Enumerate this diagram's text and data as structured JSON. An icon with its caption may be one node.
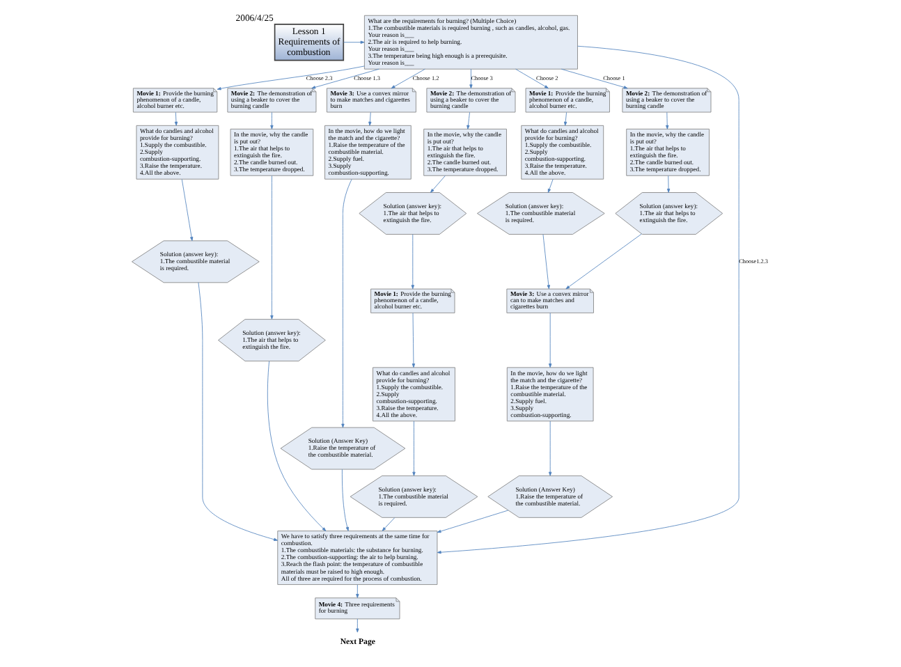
{
  "diagram": {
    "nodes": [
      {
        "text": [
          "Lesson 1",
          "Requirements of combustion"
        ],
        "beside": [
          "2006/4/25"
        ]
      },
      {
        "text": [
          "What are the requirements for burning? (Multiple Choice)",
          "1.The combustible materials is required burning , such as candles, alcohol, gas.",
          "Your reason is___",
          "2.The air is required to help burning.",
          "Your reason is___",
          "3.The temperature being high enough is a prerequisite.",
          "Your reason is___"
        ]
      },
      {
        "text": [
          "**Movie 1:** Provide the burning phenomenon of a candle, alcohol burner etc."
        ]
      },
      {
        "text": [
          "What do candles and alcohol provide for burning?",
          "1.Supply the combustible.",
          "2.Supply combustion-supporting.",
          "3.Raise the temperature.",
          "4.All the above."
        ]
      },
      {
        "text": [
          "Solution (answer key):",
          "1.The combustible material is required."
        ]
      },
      {
        "text": [
          "**Movie 2:** The demonstration of using a beaker to cover the burning candle"
        ]
      },
      {
        "text": [
          "In the movie, why the candle is put out?",
          "1.The air that helps to extinguish the fire.",
          "2.The candle burned out.",
          "3.The temperature dropped."
        ]
      },
      {
        "text": [
          "Solution (answer key):",
          "1.The air that helps to extinguish the fire."
        ]
      },
      {
        "text": [
          "**Movie 3:** Use a convex mirror to make matches and cigarettes burn"
        ]
      },
      {
        "text": [
          "In the movie, how do we light the match and the cigarette?",
          "1.Raise the temperature of the combustible material.",
          "2.Supply fuel.",
          "3.Supply combustion-supporting."
        ]
      },
      {
        "text": [
          "Solution (Answer Key)",
          "1.Raise the temperature of the combustible material."
        ]
      },
      {
        "text": [
          "**Movie 2:** The demonstration of using a beaker to cover the burning candle"
        ]
      },
      {
        "text": [
          "In the movie, why the candle is put out?",
          "1.The air that helps to extinguish the fire.",
          "2.The candle burned out.",
          "3.The temperature dropped."
        ]
      },
      {
        "text": [
          "Solution (answer key):",
          "1.The air that helps to extinguish the fire."
        ]
      },
      {
        "text": [
          "**Movie 1:** Provide the burning phenomenon of a candle, alcohol burner etc."
        ]
      },
      {
        "text": [
          "What do candles and alcohol provide for burning?",
          "1.Supply the combustible.",
          "2.Supply combustion-supporting.",
          "3.Raise the temperature.",
          "4.All the above."
        ]
      },
      {
        "text": [
          "Solution (answer key):",
          "1.The combustible material is required."
        ]
      },
      {
        "text": [
          "**Movie 1:** Provide the burning phenomenon of a candle, alcohol burner etc."
        ]
      },
      {
        "text": [
          "What do candles and alcohol provide for burning?",
          "1.Supply the combustible.",
          "2.Supply combustion-supporting.",
          "3.Raise the temperature.",
          "4.All the above."
        ]
      },
      {
        "text": [
          "Solution (answer key):",
          "1.The combustible material is required."
        ]
      },
      {
        "text": [
          "**Movie 2:** The demonstration of using a beaker to cover the burning candle"
        ]
      },
      {
        "text": [
          "In the movie, why the candle is put out?",
          "1.The air that helps to extinguish the fire.",
          "2.The candle burned out.",
          "3.The temperature dropped."
        ]
      },
      {
        "text": [
          "Solution (answer key):",
          "1.The air that helps to extinguish the fire."
        ]
      },
      {
        "text": [
          "**Movie 3:** Use a convex mirror can to make matches and cigarettes burn"
        ]
      },
      {
        "text": [
          "In the movie, how do we light the match and the cigarette?",
          "1.Raise the temperature of the combustible material.",
          "2.Supply fuel.",
          "3.Supply combustion-supporting."
        ]
      },
      {
        "text": [
          "Solution (Answer Key)",
          "1.Raise the temperature of the combustible material."
        ]
      },
      {
        "text": [
          "We have to satisfy three requirements at the same time for combustion.",
          "1.The combustible materials: the substance for burning.",
          "2.The combustion-supporting: the air to help burning.",
          "3.Reach the flash point: the temperature of combustible materials must be raised to high enough.",
          "All of three are required for the process of combustion."
        ]
      },
      {
        "text": [
          "**Movie 4:** Three requirements for burning"
        ]
      },
      {
        "text": [
          "Next Page"
        ]
      }
    ],
    "edges": [
      {
        "from": 0,
        "to": 1,
        "arrow": "to"
      },
      {
        "from": 1,
        "to": 26,
        "arrow": "to",
        "label": "Choose1.2.3"
      },
      {
        "from": 1,
        "to": 2,
        "arrow": "to",
        "label": "Choose 2.3"
      },
      {
        "from": 1,
        "to": 5,
        "arrow": "to",
        "label": "Choose 1.3"
      },
      {
        "from": 1,
        "to": 8,
        "arrow": "to",
        "label": "Choose 1.2"
      },
      {
        "from": 1,
        "to": 11,
        "arrow": "to",
        "label": "Choose 3"
      },
      {
        "from": 1,
        "to": 17,
        "arrow": "to",
        "label": "Choose 2"
      },
      {
        "from": 1,
        "to": 20,
        "arrow": "to",
        "label": "Choose 1"
      },
      {
        "from": 2,
        "to": 3,
        "arrow": "to"
      },
      {
        "from": 3,
        "to": 4,
        "arrow": "to"
      },
      {
        "from": 4,
        "to": 26,
        "arrow": "to"
      },
      {
        "from": 5,
        "to": 6,
        "arrow": "to"
      },
      {
        "from": 6,
        "to": 7,
        "arrow": "to"
      },
      {
        "from": 7,
        "to": 26,
        "arrow": "to"
      },
      {
        "from": 8,
        "to": 9,
        "arrow": "to"
      },
      {
        "from": 9,
        "to": 10,
        "arrow": "to"
      },
      {
        "from": 10,
        "to": 26,
        "arrow": "to"
      },
      {
        "from": 11,
        "to": 12,
        "arrow": "to"
      },
      {
        "from": 12,
        "to": 13,
        "arrow": "to"
      },
      {
        "from": 13,
        "to": 14,
        "arrow": "to"
      },
      {
        "from": 14,
        "to": 15,
        "arrow": "to"
      },
      {
        "from": 15,
        "to": 16,
        "arrow": "to"
      },
      {
        "from": 16,
        "to": 26,
        "arrow": "to"
      },
      {
        "from": 17,
        "to": 18,
        "arrow": "to"
      },
      {
        "from": 18,
        "to": 19,
        "arrow": "to"
      },
      {
        "from": 19,
        "to": 23,
        "arrow": "to"
      },
      {
        "from": 20,
        "to": 21,
        "arrow": "to"
      },
      {
        "from": 21,
        "to": 22,
        "arrow": "to"
      },
      {
        "from": 22,
        "to": 23,
        "arrow": "to"
      },
      {
        "from": 23,
        "to": 24,
        "arrow": "to"
      },
      {
        "from": 24,
        "to": 25,
        "arrow": "to"
      },
      {
        "from": 25,
        "to": 26,
        "arrow": "to"
      },
      {
        "from": 26,
        "to": 27,
        "arrow": "to"
      },
      {
        "from": 27,
        "to": 28,
        "arrow": "to"
      }
    ]
  }
}
